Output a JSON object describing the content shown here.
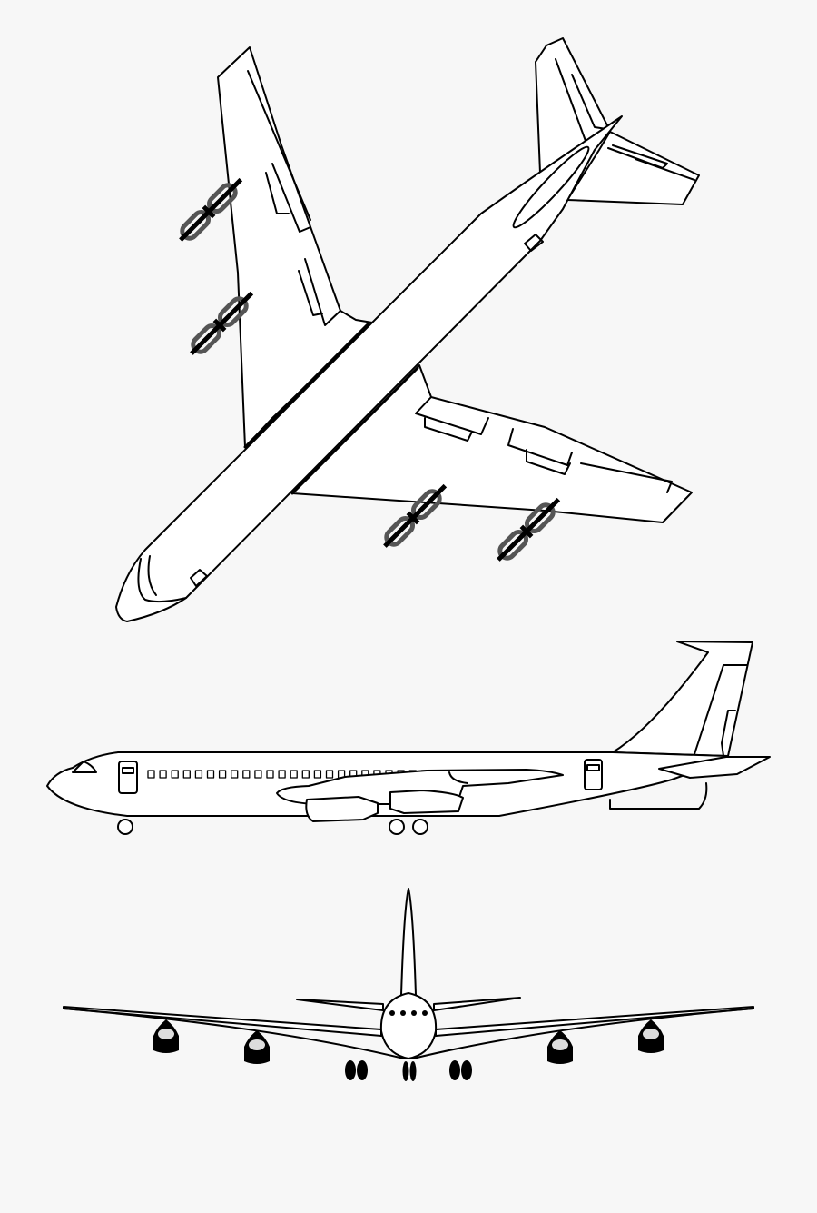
{
  "colors": {
    "background": "#f7f7f7",
    "line": "#000000",
    "fill": "#ffffff",
    "engine_outline": "#555555"
  },
  "views": [
    "top-view",
    "side-view",
    "front-view"
  ]
}
